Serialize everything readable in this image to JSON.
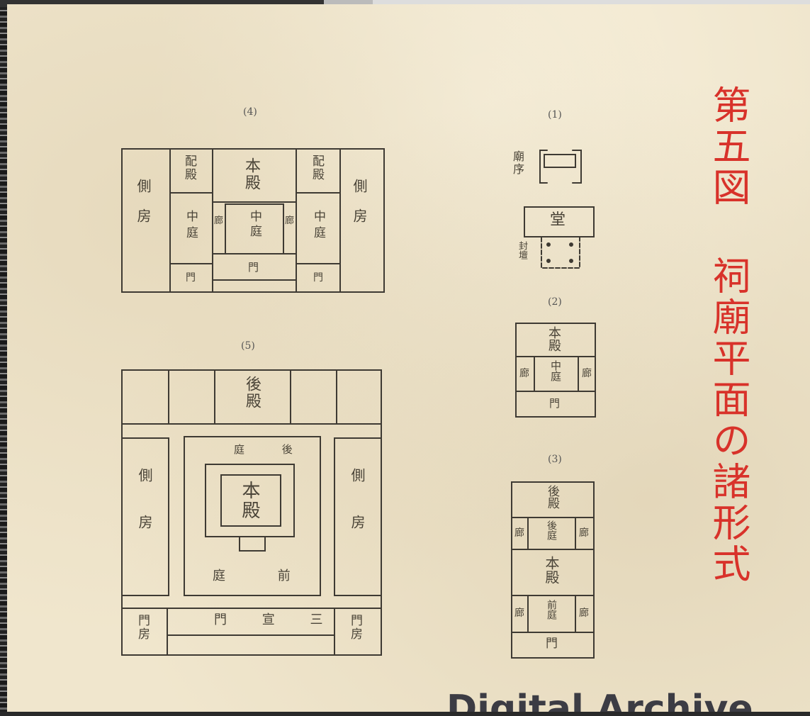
{
  "title": "第五図 祠廟平面の諸形式",
  "watermark": "Digital Archive",
  "figures": {
    "fig4": {
      "number": "(4)",
      "labels": {
        "side_house_left": "側房",
        "side_house_right": "側房",
        "side_hall_left": "配殿",
        "side_hall_right": "配殿",
        "main_hall": "本殿",
        "courtyard_left": "中庭",
        "courtyard_right": "中庭",
        "courtyard_center": "中庭",
        "corridor_left": "廊",
        "corridor_right": "廊",
        "gate_center": "門",
        "gate_left": "門",
        "gate_right": "門"
      }
    },
    "fig5": {
      "number": "(5)",
      "labels": {
        "rear_hall": "後殿",
        "side_house_left": "側房",
        "side_house_right": "側房",
        "rear_court": "庭 後",
        "main_hall": "本殿",
        "front_court": "庭 前",
        "triple_gate": "門 宣 三",
        "gate_house_left": "門房",
        "gate_house_right": "門房"
      }
    },
    "fig1": {
      "number": "(1)",
      "labels": {
        "shrine": "廟序",
        "hall": "堂",
        "platform": "封壇"
      }
    },
    "fig2": {
      "number": "(2)",
      "labels": {
        "main_hall": "本殿",
        "corridor_left": "廊",
        "courtyard": "中庭",
        "corridor_right": "廊",
        "gate": "門"
      }
    },
    "fig3": {
      "number": "(3)",
      "labels": {
        "rear_hall": "後殿",
        "corridor_left_top": "廊",
        "rear_court": "後庭",
        "corridor_right_top": "廊",
        "main_hall": "本殿",
        "corridor_left_bottom": "廊",
        "front_court": "前庭",
        "corridor_right_bottom": "廊",
        "gate": "門"
      }
    }
  }
}
